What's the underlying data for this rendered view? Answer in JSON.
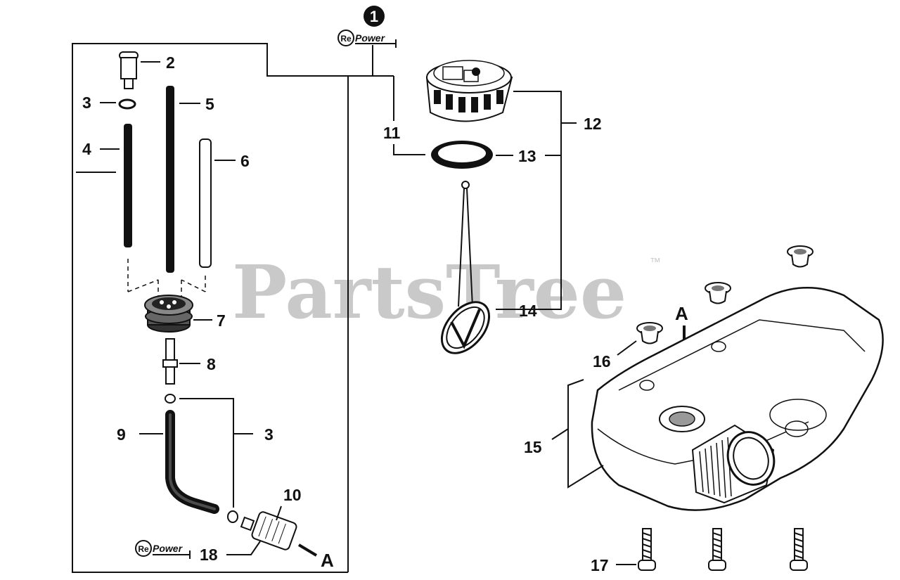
{
  "watermark": {
    "text": "PartsTree",
    "tm": "™"
  },
  "badge": {
    "number": "1"
  },
  "repower": {
    "top": "RePower",
    "bottom": "RePower",
    "prefix": "Re",
    "suffix": "Power"
  },
  "callouts": {
    "c2": "2",
    "c3a": "3",
    "c3b": "3",
    "c4": "4",
    "c5": "5",
    "c6": "6",
    "c7": "7",
    "c8": "8",
    "c9": "9",
    "c10": "10",
    "c11": "11",
    "c12": "12",
    "c13": "13",
    "c14": "14",
    "c15": "15",
    "c16": "16",
    "c17": "17",
    "c18": "18",
    "ref_a1": "A",
    "ref_a2": "A"
  }
}
